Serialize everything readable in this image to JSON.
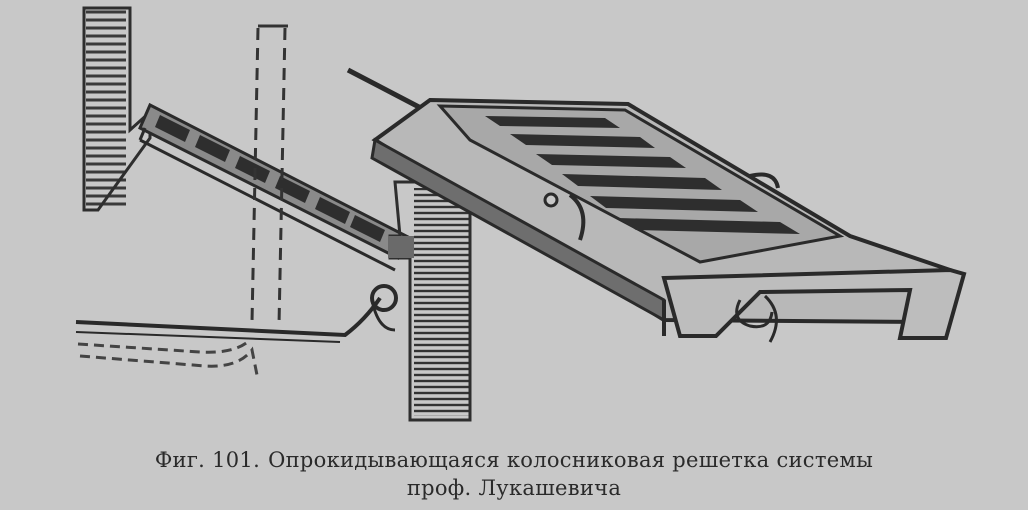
{
  "figure": {
    "label": "Фиг. 101.",
    "caption_line1": "Опрокидывающаяся колосниковая решетка системы",
    "caption_line2": "проф. Лукашевича"
  },
  "colors": {
    "background": "#c8c8c8",
    "ink": "#2a2a2a"
  }
}
